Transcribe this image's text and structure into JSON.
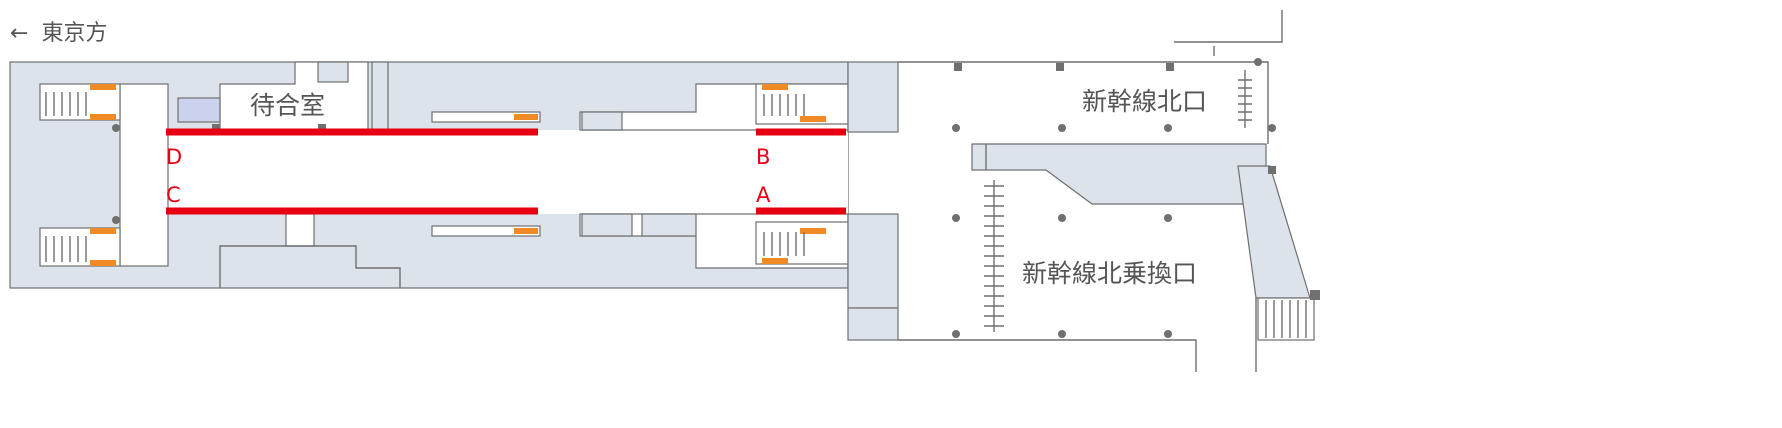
{
  "direction": {
    "arrow": "←",
    "label": "東京方"
  },
  "rooms": {
    "waiting_room": "待合室",
    "shinkansen_north_exit": "新幹線北口",
    "shinkansen_north_transfer": "新幹線北乗換口"
  },
  "platforms": {
    "a": "A",
    "b": "B",
    "c": "C",
    "d": "D"
  },
  "colors": {
    "platform_line": "#e60012",
    "building_fill": "#dde3ea",
    "escalator_accent": "#f08a24",
    "wall_stroke": "#6f6f6f"
  },
  "icons": [
    "arrow-left-icon",
    "escalator-icon",
    "stairs-icon",
    "pillar-icon"
  ]
}
